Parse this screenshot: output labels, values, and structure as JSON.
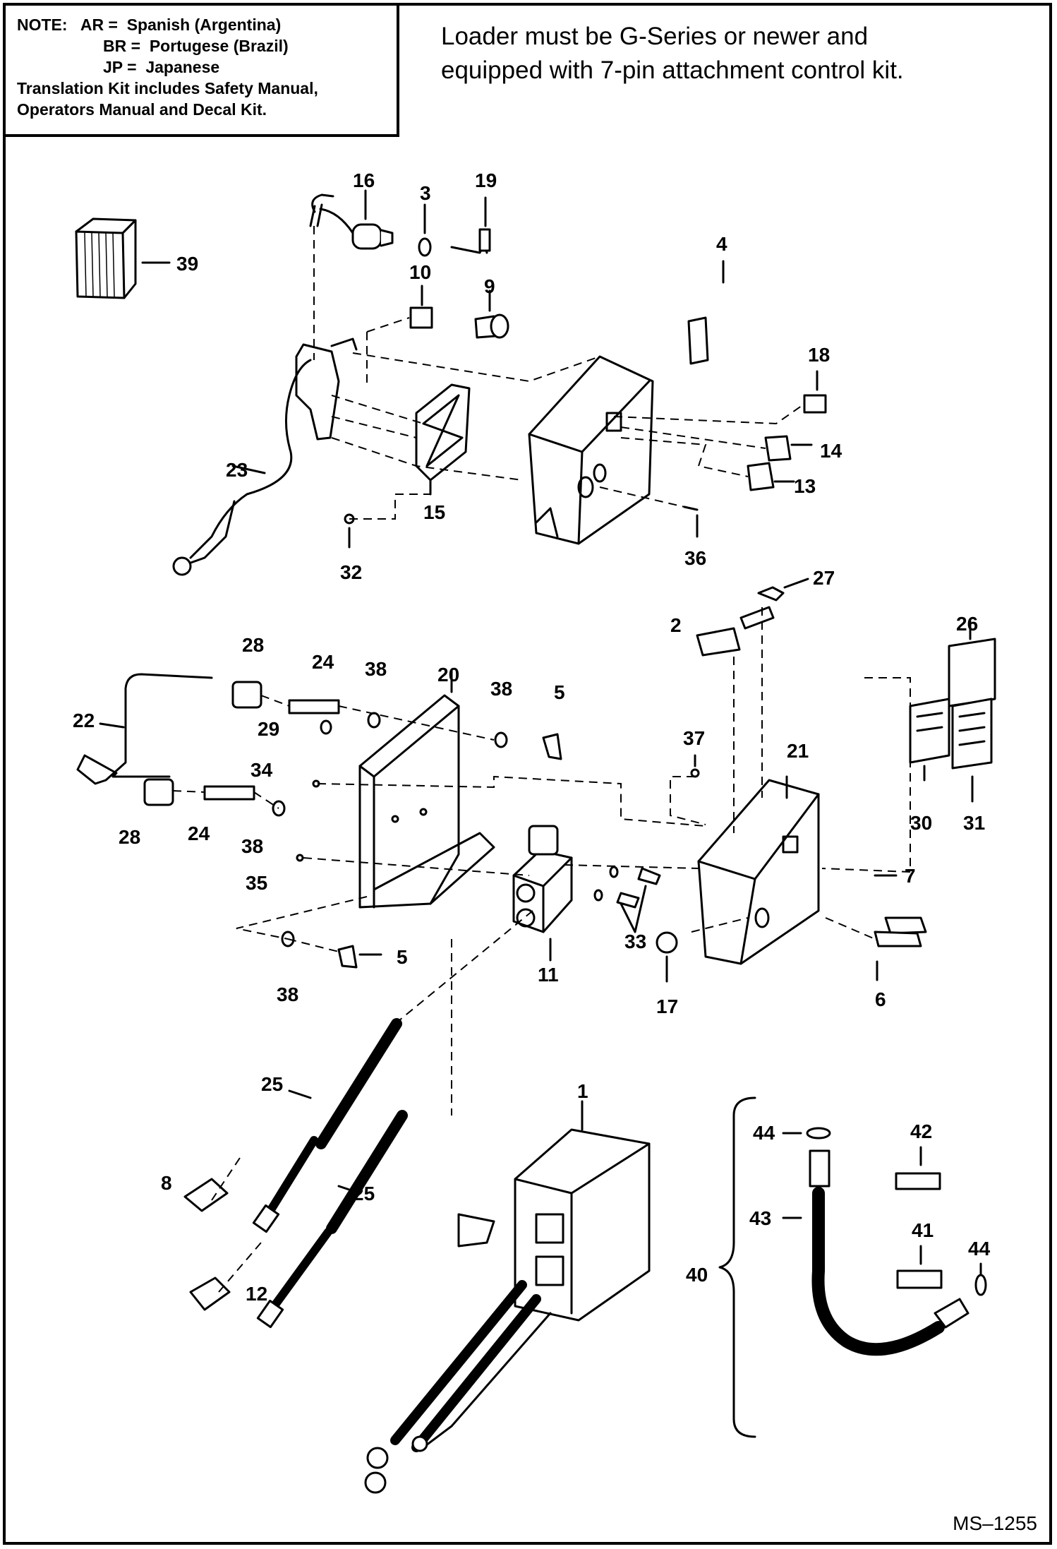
{
  "note": {
    "label": "NOTE:",
    "lines": [
      {
        "code": "AR =",
        "language": "Spanish (Argentina)"
      },
      {
        "code": "BR =",
        "language": "Portugese (Brazil)"
      },
      {
        "code": "JP =",
        "language": "Japanese"
      }
    ],
    "translation_line1": "Translation Kit includes Safety Manual,",
    "translation_line2": "Operators Manual and Decal Kit."
  },
  "header": {
    "line1": "Loader must be G-Series or newer and",
    "line2": "equipped with 7-pin attachment control kit."
  },
  "callouts": [
    "1",
    "2",
    "3",
    "4",
    "5",
    "5",
    "6",
    "7",
    "8",
    "9",
    "10",
    "11",
    "12",
    "13",
    "14",
    "15",
    "16",
    "17",
    "18",
    "19",
    "20",
    "21",
    "22",
    "23",
    "24",
    "24",
    "25",
    "25",
    "26",
    "27",
    "28",
    "28",
    "29",
    "30",
    "31",
    "32",
    "33",
    "34",
    "35",
    "36",
    "37",
    "38",
    "38",
    "38",
    "38",
    "39",
    "40",
    "41",
    "42",
    "43",
    "44",
    "44"
  ],
  "figure_code": "MS–1255"
}
